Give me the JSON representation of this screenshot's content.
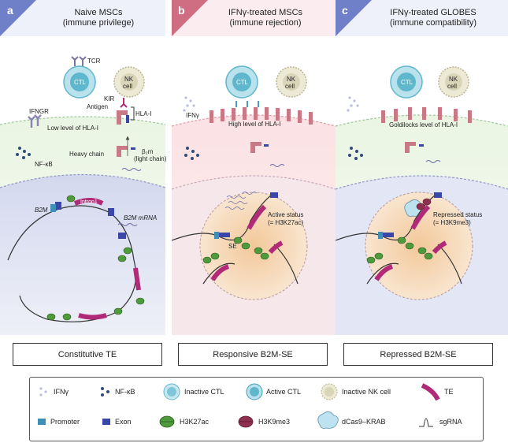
{
  "panels": [
    {
      "letter": "a",
      "title_line1": "Naive MSCs",
      "title_line2": "(immune privilege)",
      "caption": "Constitutive TE",
      "header_color": "#6f7fc8"
    },
    {
      "letter": "b",
      "title_line1": "IFNγ-treated MSCs",
      "title_line2": "(immune rejection)",
      "caption": "Responsive B2M-SE",
      "header_color": "#cf6d82"
    },
    {
      "letter": "c",
      "title_line1": "IFNγ-treated GLOBES",
      "title_line2": "(immune compatibility)",
      "caption": "Repressed B2M-SE",
      "header_color": "#6f7fc8"
    }
  ],
  "labels_a": {
    "tcr": "TCR",
    "ctl": "CTL",
    "nk": "NK",
    "cell": "cell",
    "kir": "KIR",
    "antigen": "Antigen",
    "hla": "HLA-I",
    "ifngr": "IFNGR",
    "low_level": "Low level of HLA-I",
    "heavy_chain": "Heavy chain",
    "b2m_protein": "β₂m",
    "light_chain": "(light chain)",
    "nfkb": "NF-κB",
    "b2m": "B2M",
    "intron": "Intron1",
    "b2m_mrna": "B2M mRNA"
  },
  "labels_b": {
    "ctl": "CTL",
    "nk": "NK",
    "cell": "cell",
    "ifng": "IFNγ",
    "high_level": "High level of HLA-I",
    "active_status": "Active status",
    "active_mark": "(= H3K27ac)",
    "se": "SE"
  },
  "labels_c": {
    "ctl": "CTL",
    "nk": "NK",
    "cell": "cell",
    "goldilocks": "Goldilocks level of HLA-I",
    "repressed_status": "Repressed status",
    "repressed_mark": "(= H3K9me3)"
  },
  "legend": {
    "ifng": "IFNγ",
    "nfkb": "NF-κB",
    "inactive_ctl": "Inactive CTL",
    "active_ctl": "Active CTL",
    "inactive_nk": "Inactive NK cell",
    "te": "TE",
    "promoter": "Promoter",
    "exon": "Exon",
    "h3k27ac": "H3K27ac",
    "h3k9me3": "H3K9me3",
    "dcas9": "dCas9–KRAB",
    "sgrna": "sgRNA"
  },
  "colors": {
    "te": "#b02a78",
    "exon": "#3b47a8",
    "promoter": "#3d8fb8",
    "h3k27ac": "#4f9a3c",
    "h3k9me3": "#8f3050",
    "ctl": "#5fb7cc",
    "nk": "#d8d5b8",
    "hla": "#c97886",
    "ifngr": "#8d86b0"
  }
}
